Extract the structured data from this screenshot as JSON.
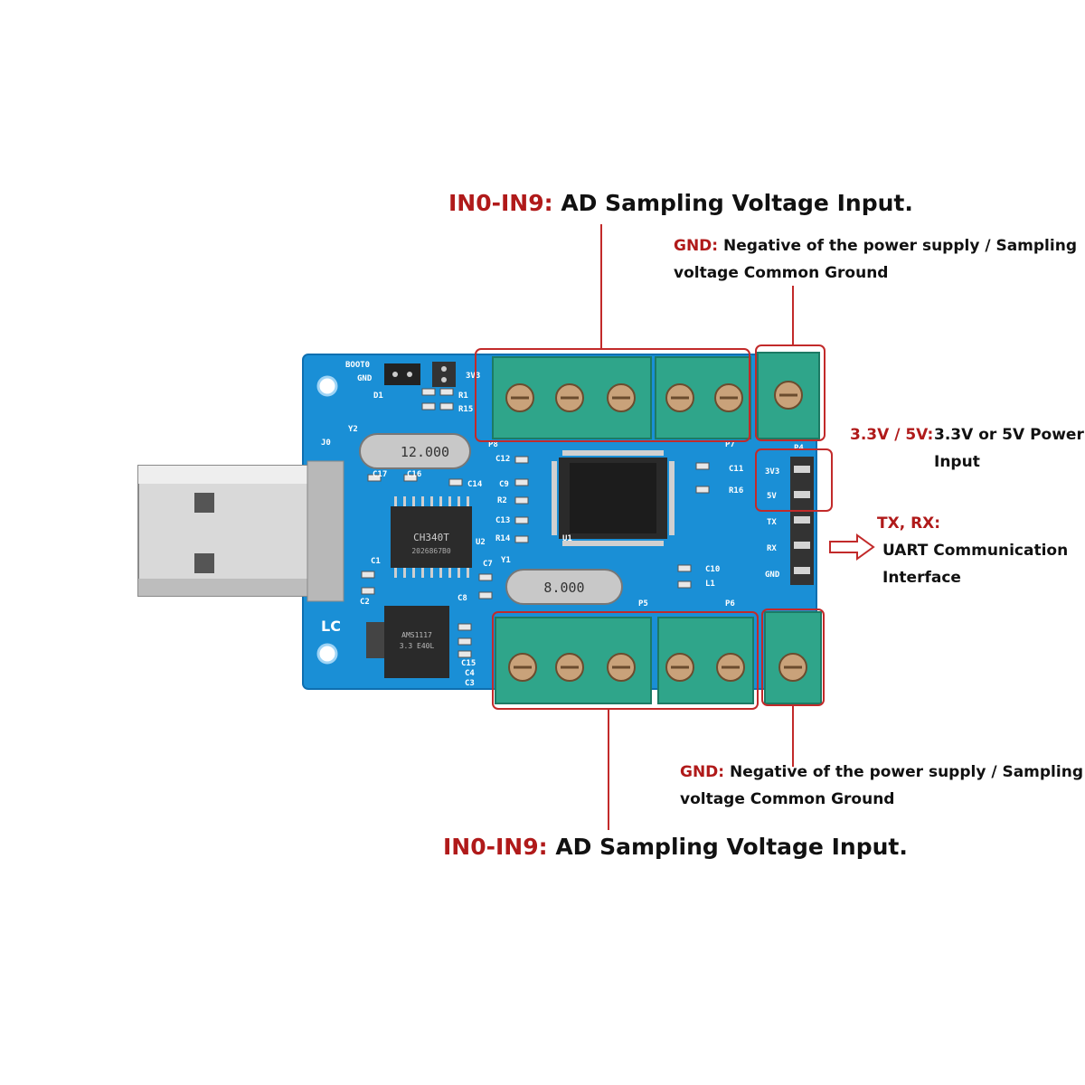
{
  "annotations": {
    "top_input": {
      "key": "IN0-IN9:",
      "text": " AD Sampling Voltage Input."
    },
    "top_gnd": {
      "key": "GND:",
      "line1": " Negative of the power supply / Sampling",
      "line2": "voltage Common Ground"
    },
    "power": {
      "key": "3.3V / 5V:",
      "line1": "3.3V or 5V Power",
      "line2": "Input"
    },
    "uart": {
      "key": "TX, RX:",
      "line1": "UART Communication",
      "line2": "Interface"
    },
    "bottom_gnd": {
      "key": "GND:",
      "line1": " Negative of the power supply / Sampling",
      "line2": "voltage Common Ground"
    },
    "bottom_input": {
      "key": "IN0-IN9:",
      "text": " AD Sampling Voltage Input."
    }
  },
  "board": {
    "silkscreen": {
      "boot0": "BOOT0",
      "gnd": "GND",
      "v33": "3V3",
      "d1": "D1",
      "r1": "R1",
      "r15": "R15",
      "y2": "Y2",
      "j0": "J0",
      "p8": "P8",
      "p7": "P7",
      "p4": "P4",
      "c17": "C17",
      "c16": "C16",
      "c14": "C14",
      "c12": "C12",
      "c9": "C9",
      "r2": "R2",
      "c13": "C13",
      "r14": "R14",
      "u1": "U1",
      "u2": "U2",
      "c1": "C1",
      "c2": "C2",
      "c7": "C7",
      "y1": "Y1",
      "c8": "C8",
      "c11": "C11",
      "r16": "R16",
      "c10": "C10",
      "l1": "L1",
      "p5": "P5",
      "p6": "P6",
      "c15": "C15",
      "c4": "C4",
      "c3": "C3",
      "lc": "LC",
      "hdr_3v3": "3V3",
      "hdr_5v": "5V",
      "hdr_tx": "TX",
      "hdr_rx": "RX",
      "hdr_gnd": "GND"
    },
    "crystal_top": "12.000",
    "crystal_bottom": "8.000",
    "usb_chip": "CH340T",
    "usb_chip_code": "2026867B0",
    "regulator": "AMS1117",
    "regulator_sub": "3.3 E40L",
    "colors": {
      "pcb": "#1a8fd6",
      "terminal": "#2fa58a",
      "callout": "#c22a2a",
      "label_red": "#b01a1a"
    }
  }
}
